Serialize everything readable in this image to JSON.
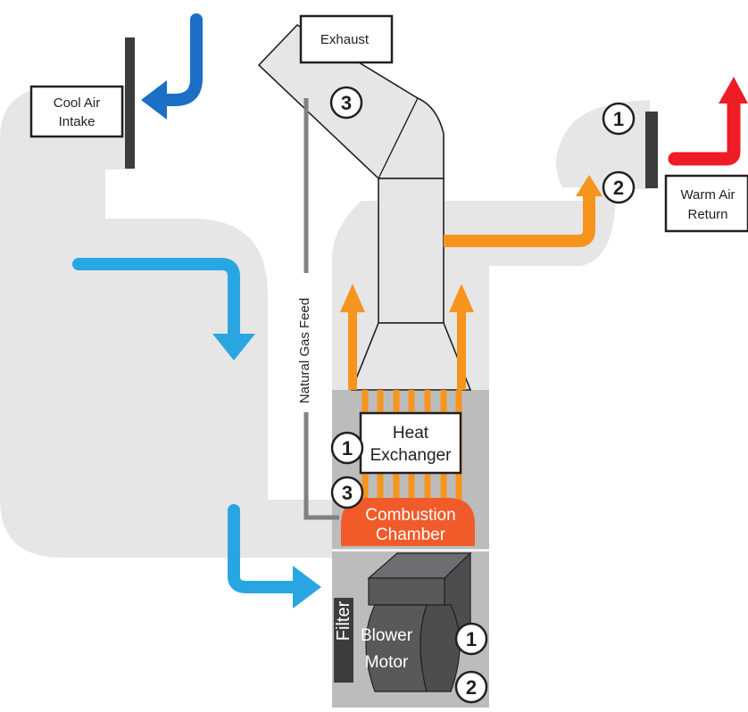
{
  "labels": {
    "exhaust": "Exhaust",
    "cool_air_intake_line1": "Cool Air",
    "cool_air_intake_line2": "Intake",
    "warm_air_return_line1": "Warm Air",
    "warm_air_return_line2": "Return",
    "natural_gas_feed": "Natural Gas Feed",
    "heat_exchanger_line1": "Heat",
    "heat_exchanger_line2": "Exchanger",
    "combustion_chamber_line1": "Combustion",
    "combustion_chamber_line2": "Chamber",
    "filter": "Filter",
    "blower_motor_line1": "Blower",
    "blower_motor_line2": "Motor"
  },
  "markers": {
    "exhaust": "3",
    "return_top": "1",
    "return_bottom": "2",
    "heat_exchanger": "1",
    "combustion": "3",
    "blower_top": "1",
    "blower_bottom": "2"
  },
  "colors": {
    "duct": "#e6e6e6",
    "cabinet": "#b8b8b8",
    "cool_air": "#29a6e2",
    "cool_air_dark": "#1b6fc4",
    "warm_air": "#f7941d",
    "hot_return": "#ee1c25",
    "combustion": "#f15a29",
    "motor": "#58595b",
    "vent": "#3c3c3c"
  }
}
